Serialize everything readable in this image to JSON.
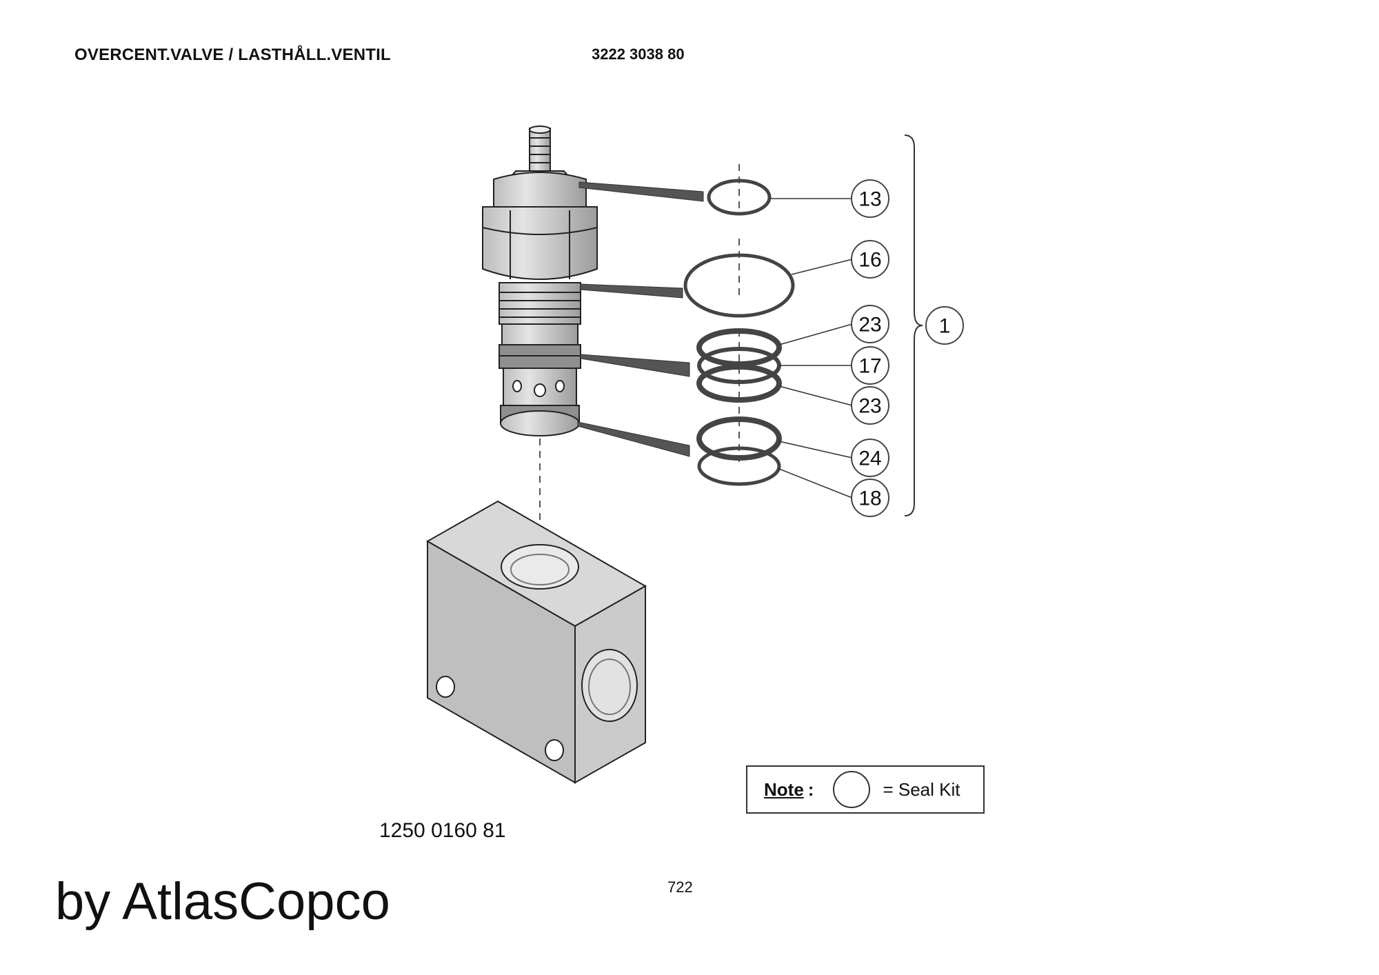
{
  "header": {
    "title": "OVERCENT.VALVE / LASTHÅLL.VENTIL",
    "part_number": "3222 3038 80"
  },
  "callouts": [
    {
      "id": "c13",
      "label": "13"
    },
    {
      "id": "c16",
      "label": "16"
    },
    {
      "id": "c23a",
      "label": "23"
    },
    {
      "id": "c17",
      "label": "17"
    },
    {
      "id": "c23b",
      "label": "23"
    },
    {
      "id": "c24",
      "label": "24"
    },
    {
      "id": "c18",
      "label": "18"
    }
  ],
  "assembly_callout": "1",
  "block_part_number": "1250 0160 81",
  "note": {
    "label": "Note",
    "colon": ":",
    "text": "= Seal Kit"
  },
  "page_number": "722",
  "brand": "by AtlasCopco",
  "colors": {
    "metal": "#d6d6d6",
    "metal_dark": "#a8a8a8",
    "line": "#222222",
    "ring": "#444444"
  }
}
